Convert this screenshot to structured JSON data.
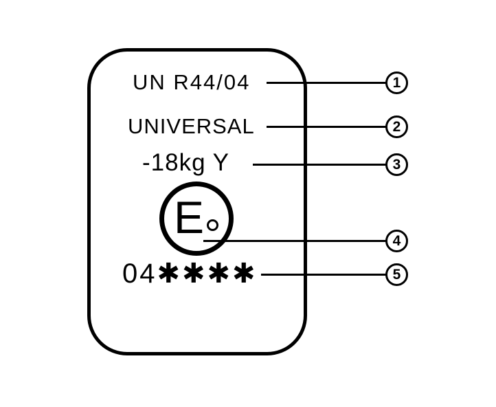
{
  "diagram": {
    "description": "Child restraint approval label with numbered callouts",
    "label": {
      "regulation_text": "UN R44/04",
      "category_text": "UNIVERSAL",
      "weight_text": "-18kg Y",
      "e_mark_letter": "E",
      "approval_number_text": "04✱✱✱✱"
    },
    "callouts": [
      {
        "number": "1"
      },
      {
        "number": "2"
      },
      {
        "number": "3"
      },
      {
        "number": "4"
      },
      {
        "number": "5"
      }
    ],
    "colors": {
      "foreground": "#000000",
      "background": "#ffffff"
    }
  }
}
